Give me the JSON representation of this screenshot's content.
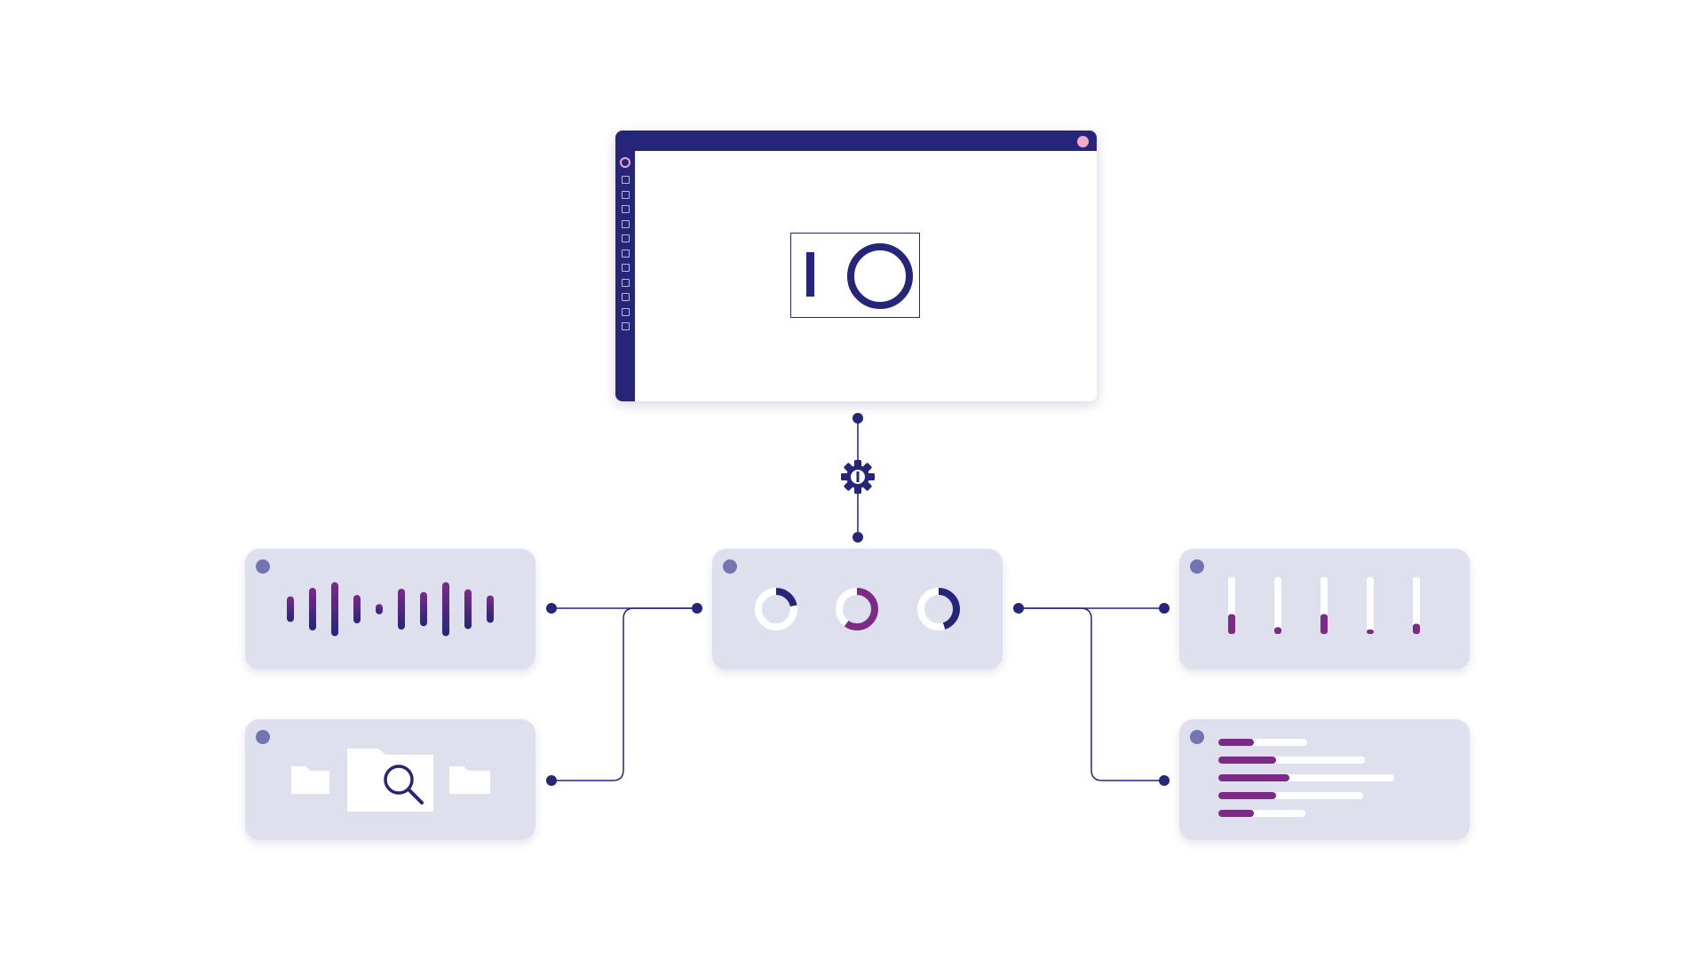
{
  "colors": {
    "navy": "#25257a",
    "purple": "#7d2a86",
    "card": "#dfe0ee",
    "card_dot": "#7274b4",
    "pink": "#f2a8c9",
    "white": "#ffffff"
  },
  "browser": {
    "sidebar_item_count": 11,
    "icons": [
      "close-dot-icon",
      "sidebar-circle-icon",
      "checkbox-icon"
    ]
  },
  "logo": {
    "icon": "io-logo-icon"
  },
  "hub": {
    "icon": "gear-icon"
  },
  "waveform": {
    "bar_levels": [
      0.45,
      0.75,
      0.95,
      0.5,
      0.18,
      0.72,
      0.6,
      0.95,
      0.7,
      0.48
    ]
  },
  "donuts": [
    {
      "name": "donut-1",
      "fill": 0.22
    },
    {
      "name": "donut-2",
      "fill": 0.6
    },
    {
      "name": "donut-3",
      "fill": 0.45
    }
  ],
  "sliders": {
    "levels": [
      0.35,
      0.12,
      0.35,
      0.08,
      0.18
    ]
  },
  "hbars": [
    {
      "track": 1.0,
      "fill": 0.4
    },
    {
      "track": 1.65,
      "fill": 0.65
    },
    {
      "track": 1.98,
      "fill": 0.8
    },
    {
      "track": 1.63,
      "fill": 0.65
    },
    {
      "track": 0.98,
      "fill": 0.4
    }
  ],
  "folders": {
    "icons": [
      "folder-icon",
      "folder-search-icon",
      "magnifier-icon",
      "folder-icon"
    ]
  }
}
